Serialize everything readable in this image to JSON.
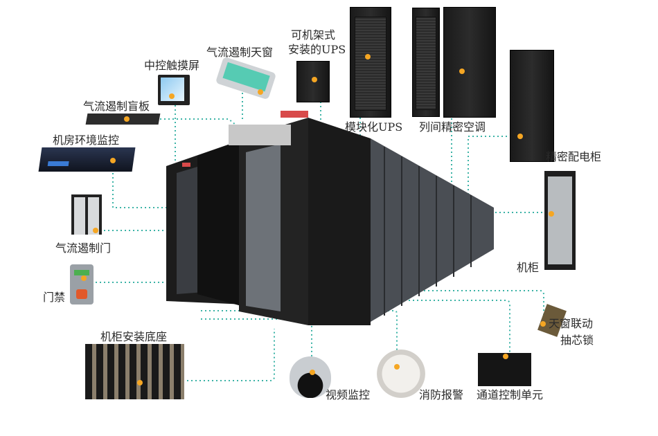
{
  "title": "微模块数据中心组成示意图",
  "accent_color": "#f5a623",
  "link_color": "#3bb3a6",
  "components": {
    "rack_ups": {
      "line1": "可机架式",
      "line2": "安装的UPS"
    },
    "modular_ups": {
      "label": "模块化UPS"
    },
    "inrow_ac": {
      "label": "列间精密空调"
    },
    "pdu_cabinet": {
      "label": "精密配电柜"
    },
    "cabinet": {
      "label": "机柜"
    },
    "skylight_lock": {
      "line1": "天窗联动",
      "line2": "抽芯锁"
    },
    "channel_control": {
      "label": "通道控制单元"
    },
    "fire_alarm": {
      "label": "消防报警"
    },
    "video_surveillance": {
      "label": "视频监控"
    },
    "cabinet_base": {
      "label": "机柜安装底座"
    },
    "access_control": {
      "label": "门禁"
    },
    "airflow_door": {
      "label": "气流遏制门"
    },
    "env_monitor": {
      "label": "机房环境监控"
    },
    "blank_panel": {
      "label": "气流遏制盲板"
    },
    "touch_screen": {
      "label": "中控触摸屏"
    },
    "skylight": {
      "label": "气流遏制天窗"
    }
  }
}
